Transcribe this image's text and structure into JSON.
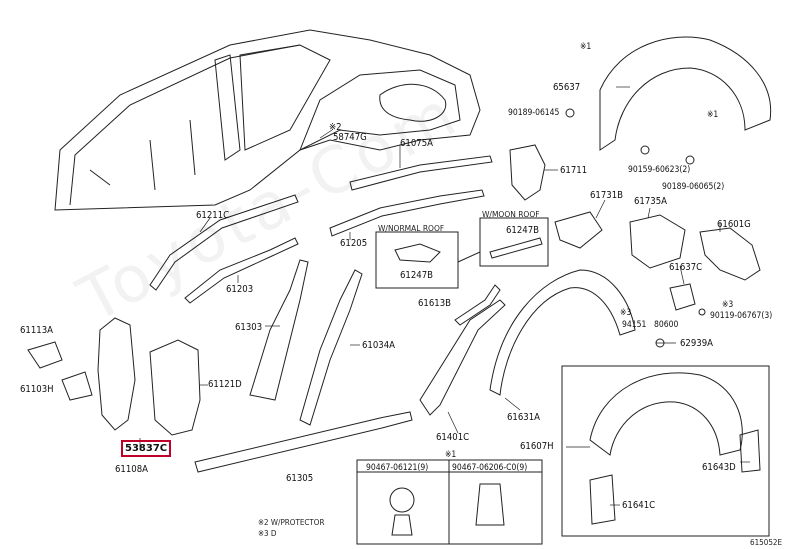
{
  "labels": {
    "p58747G": "58747G",
    "p61075A": "61075A",
    "p61711": "61711",
    "p61211C": "61211C",
    "p61205": "61205",
    "p61247B_box": "61247B",
    "p61247B_box2": "61247B",
    "p61731B": "61731B",
    "p61735A": "61735A",
    "p61601G": "61601G",
    "p61203": "61203",
    "p61613B": "61613B",
    "p61637C": "61637C",
    "p61113A": "61113A",
    "p61303": "61303",
    "p61034A": "61034A",
    "p94151": "94151",
    "p80600": "80600",
    "p90119": "90119-06767(3)",
    "p62939A": "62939A",
    "p61103H": "61103H",
    "p61121D": "61121D",
    "p61631A": "61631A",
    "p53837C": "53837C",
    "p61108A": "61108A",
    "p61401C": "61401C",
    "p61607H": "61607H",
    "p61305": "61305",
    "p61643D": "61643D",
    "p61641C": "61641C",
    "p65637": "65637",
    "p90189a": "90189-06145",
    "p90159": "90159-60623(2)",
    "p90189b": "90189-06065(2)",
    "mark1a": "※1",
    "mark1b": "※1",
    "mark2": "※2",
    "mark3a": "※3",
    "mark3b": "※3",
    "mark1c": "※1",
    "fig": "615052E"
  },
  "boxes": {
    "normal_roof": "W/NORMAL ROOF",
    "moon_roof": "W/MOON ROOF"
  },
  "fasteners": {
    "col1": "90467-06121(9)",
    "col2": "90467-06206-C0(9)"
  },
  "notes": {
    "line1": "※2 W/PROTECTOR",
    "line2": "※3 D"
  },
  "colors": {
    "highlight": "#c0002a",
    "line": "#222222"
  }
}
